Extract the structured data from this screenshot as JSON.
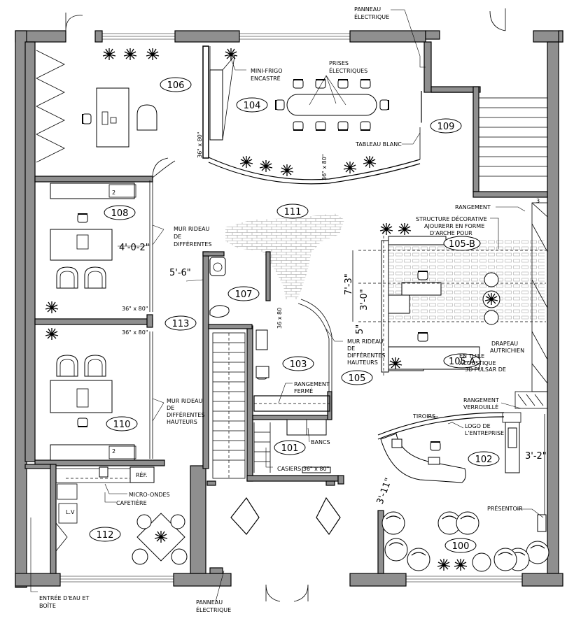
{
  "rooms": [
    {
      "num": "106"
    },
    {
      "num": "104"
    },
    {
      "num": "109"
    },
    {
      "num": "111"
    },
    {
      "num": "108"
    },
    {
      "num": "105-B"
    },
    {
      "num": "107"
    },
    {
      "num": "113"
    },
    {
      "num": "103"
    },
    {
      "num": "105"
    },
    {
      "num": "105-A"
    },
    {
      "num": "110"
    },
    {
      "num": "101"
    },
    {
      "num": "102"
    },
    {
      "num": "112"
    },
    {
      "num": "100"
    }
  ],
  "labels": {
    "panneau_top": [
      "PANNEAU",
      "ÉLECTRIQUE"
    ],
    "panneau_bottom": [
      "PANNEAU",
      "ÉLECTRIQUE"
    ],
    "mini_frigo": [
      "MINI-FRIGO",
      "ENCASTRÉ"
    ],
    "prises": [
      "PRISES",
      "ÉLECTRIQUES"
    ],
    "tableau": [
      "TABLEAU BLANC"
    ],
    "rangement_top": [
      "RANGEMENT"
    ],
    "structure": [
      "STRUCTURE DÉCORATIVE",
      "AJOURERR EN FORME",
      "D'ARCHE POUR"
    ],
    "mur_rideau_1": [
      "MUR RIDEAU",
      "DE",
      "DIFFÉRENTES"
    ],
    "mur_rideau_2": [
      "MUR RIDEAU",
      "DE",
      "DIFFÉRENTES",
      "HAUTEURS"
    ],
    "mur_rideau_3": [
      "MUR RIDEAU",
      "DE",
      "DIFFÉRENTES",
      "HAUTEURS"
    ],
    "drapeau": [
      "DRAPEAU",
      "AUTRICHIEN"
    ],
    "tuile": [
      "EN TUILE",
      "ACOUSTIQUE",
      "3D PULSAR DE"
    ],
    "rangement_ferme": [
      "RANGEMENT",
      "FERMÉ"
    ],
    "rangement_verrouille": [
      "RANGEMENT",
      "VERROUILLÉ"
    ],
    "tiroirs": [
      "TIROIRS"
    ],
    "logo": [
      "LOGO DE",
      "L'ENTREPRISE"
    ],
    "bancs": [
      "BANCS"
    ],
    "casiers": [
      "CASIERS 36\" x 80\""
    ],
    "ref": [
      "RÉF."
    ],
    "micro": [
      "MICRO-ONDES"
    ],
    "cafetiere": [
      "CAFETIÈRE"
    ],
    "lv": [
      "L.V"
    ],
    "presentoir": [
      "PRÉSENTOIR"
    ],
    "entree": [
      "ENTRÉE D'EAU ET",
      "BOÎTE"
    ]
  },
  "dimensions": {
    "d_4_0": "4'-0-2\"",
    "d_5_6": "5'-6\"",
    "d_7_3": "7'-3\"",
    "d_3_0": "3'-0\"",
    "d_5": "5\"",
    "d_3_11": "3'-11\"",
    "d_3_2": "3'-2\"",
    "d_door_v1": "36\" x 80\"",
    "d_door_v2": "36\" x 80\"",
    "d_door_v3": "36 x 80",
    "d_door_h1": "36\" x 80\"",
    "d_door_h2": "36\" x 80\"",
    "stair_2a": "2",
    "stair_2b": "2",
    "stair_3": "3"
  }
}
